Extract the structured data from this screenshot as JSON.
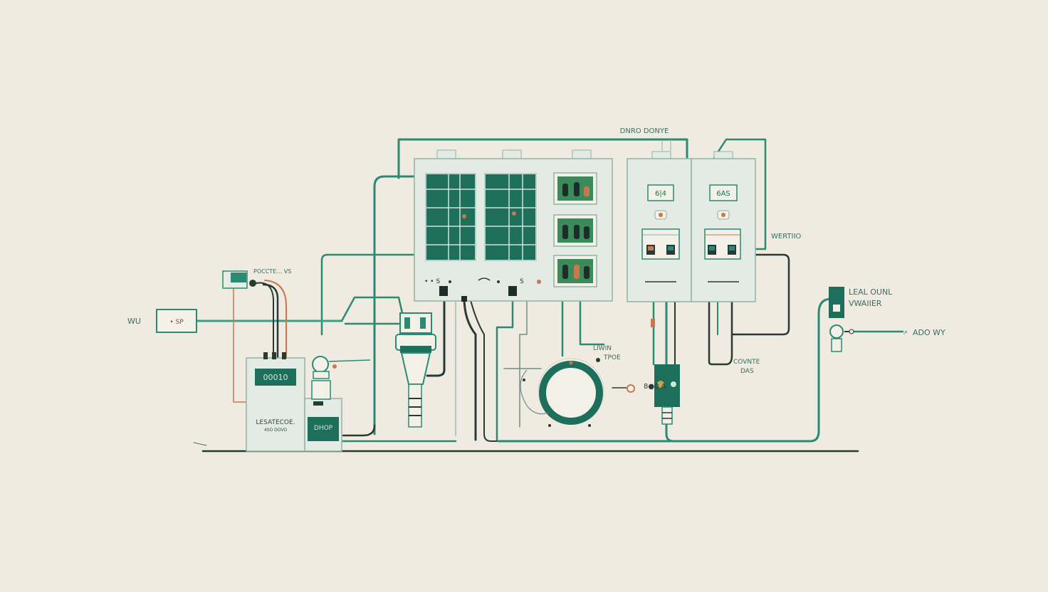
{
  "labels": {
    "top_label": "DNRO DONYE",
    "right_upper_label": "WERTIIO",
    "left_small_label": "POCCTE… VS",
    "left_in_label": "WU",
    "left_switch_text": "• SP",
    "left_box_display": "00010",
    "left_box_label_1": "LESATECOE.",
    "left_box_label_2": "4SO DOVO",
    "small_box_label": "DHOP",
    "center_label_1": "LIWIN",
    "center_label_2": "TPOE",
    "right_mid_label_1": "COVNTE",
    "right_mid_label_2": "DAS",
    "right_label_1": "LEAL OUNL",
    "right_label_2": "VWAIIER",
    "right_out_label": "ADO WY",
    "meter_1": "6|4",
    "meter_2": "6AS",
    "panel_1_strip": "• • S",
    "small_box_2": "8●0 A"
  },
  "colors": {
    "background": "#efebe1",
    "teal": "#2a8a74",
    "dark_teal": "#1e6e5c",
    "panel_fill": "#e3ebe4",
    "panel_stroke": "#8fb3a6",
    "dark_line": "#283a36",
    "orange_wire": "#c8784d"
  }
}
